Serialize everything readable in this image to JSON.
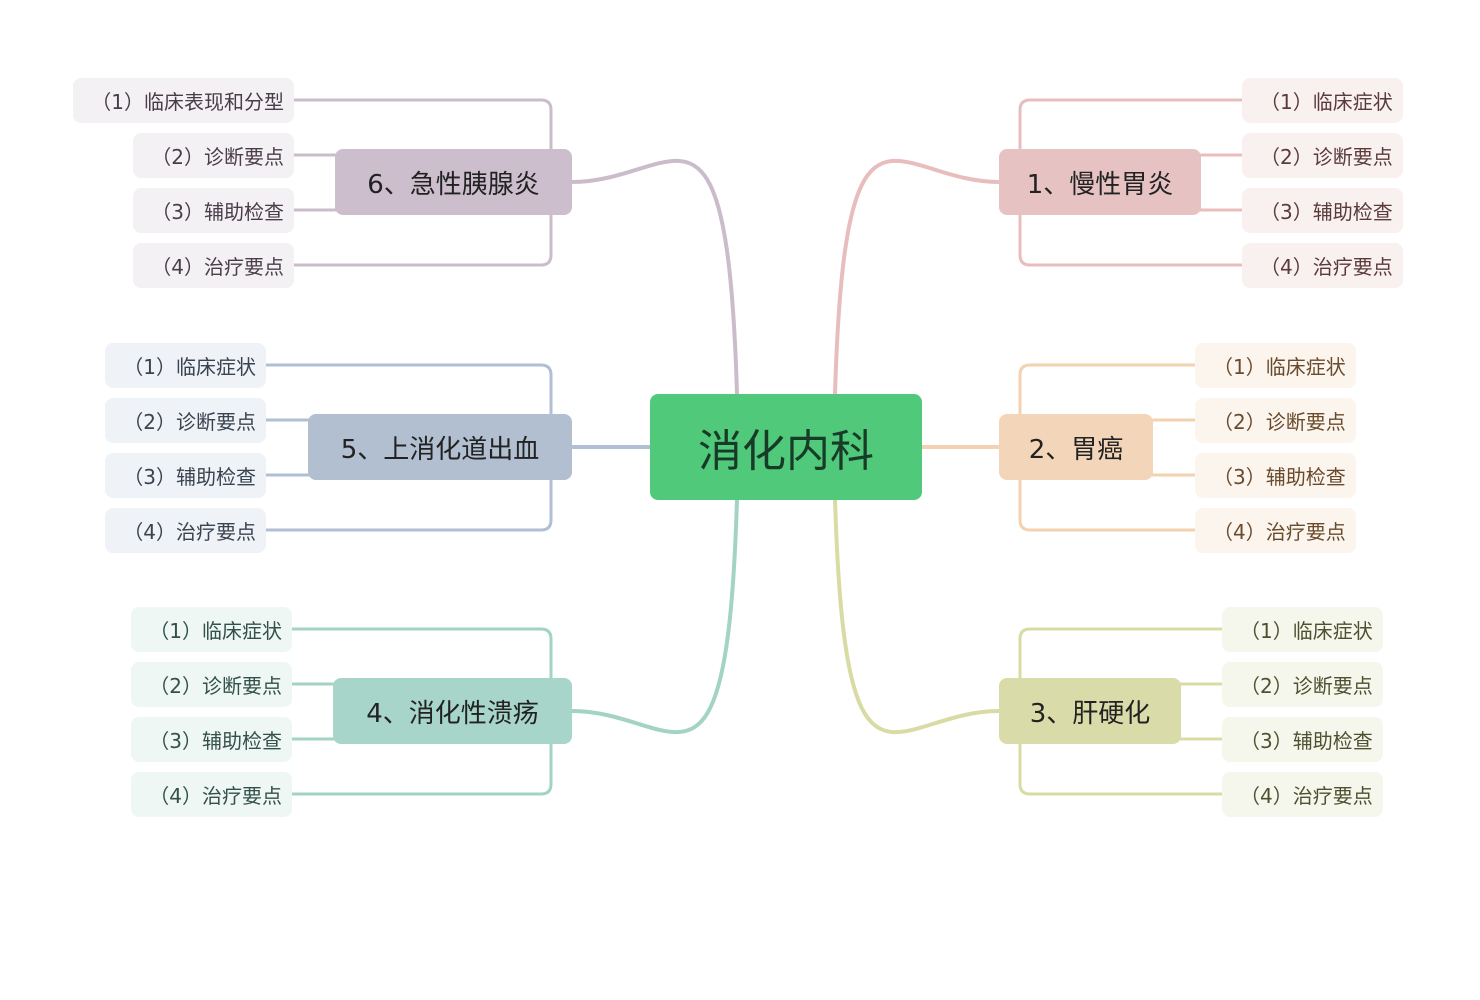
{
  "center": {
    "label": "消化内科",
    "color": "#50c97b"
  },
  "branches": [
    {
      "label": "1、慢性胃炎",
      "color": "#e6c2c2",
      "line": "#e8bdbd",
      "leaf_bg": "#f9f0f0",
      "leaf_text": "#5b3a3a",
      "leaves": [
        "（1）临床症状",
        "（2）诊断要点",
        "（3）辅助检查",
        "（4）治疗要点"
      ]
    },
    {
      "label": "2、胃癌",
      "color": "#f3d6b9",
      "line": "#f3d2b2",
      "leaf_bg": "#fcf5ee",
      "leaf_text": "#6a4a2c",
      "leaves": [
        "（1）临床症状",
        "（2）诊断要点",
        "（3）辅助检查",
        "（4）治疗要点"
      ]
    },
    {
      "label": "3、肝硬化",
      "color": "#d9dca8",
      "line": "#d8dca4",
      "leaf_bg": "#f6f7ec",
      "leaf_text": "#4f5030",
      "leaves": [
        "（1）临床症状",
        "（2）诊断要点",
        "（3）辅助检查",
        "（4）治疗要点"
      ]
    },
    {
      "label": "4、消化性溃疡",
      "color": "#a8d5c9",
      "line": "#a3d3c5",
      "leaf_bg": "#eef7f4",
      "leaf_text": "#34504a",
      "leaves": [
        "（1）临床症状",
        "（2）诊断要点",
        "（3）辅助检查",
        "（4）治疗要点"
      ]
    },
    {
      "label": "5、上消化道出血",
      "color": "#b1bfd0",
      "line": "#b0bfd1",
      "leaf_bg": "#eff2f6",
      "leaf_text": "#3a4350",
      "leaves": [
        "（1）临床症状",
        "（2）诊断要点",
        "（3）辅助检查",
        "（4）治疗要点"
      ]
    },
    {
      "label": "6、急性胰腺炎",
      "color": "#cdbecd",
      "line": "#cbbccb",
      "leaf_bg": "#f4f1f4",
      "leaf_text": "#4a3d4a",
      "leaves": [
        "（1）临床表现和分型",
        "（2）诊断要点",
        "（3）辅助检查",
        "（4）治疗要点"
      ]
    }
  ]
}
